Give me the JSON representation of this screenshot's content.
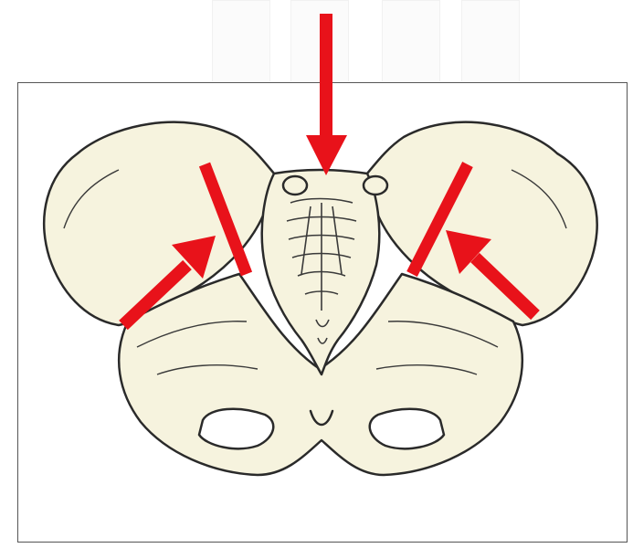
{
  "figure": {
    "colors": {
      "bone_fill": "#f6f3de",
      "bone_stroke": "#2a2a2a",
      "arrow": "#e8121a",
      "frame": "#555555"
    },
    "parts": [
      "left-ilium",
      "right-ilium",
      "sacrum",
      "pubic-arch",
      "obturator-foramen"
    ],
    "arrows": [
      "top-arrow",
      "left-arrow",
      "right-arrow"
    ],
    "lines": [
      "left-line",
      "right-line"
    ]
  }
}
